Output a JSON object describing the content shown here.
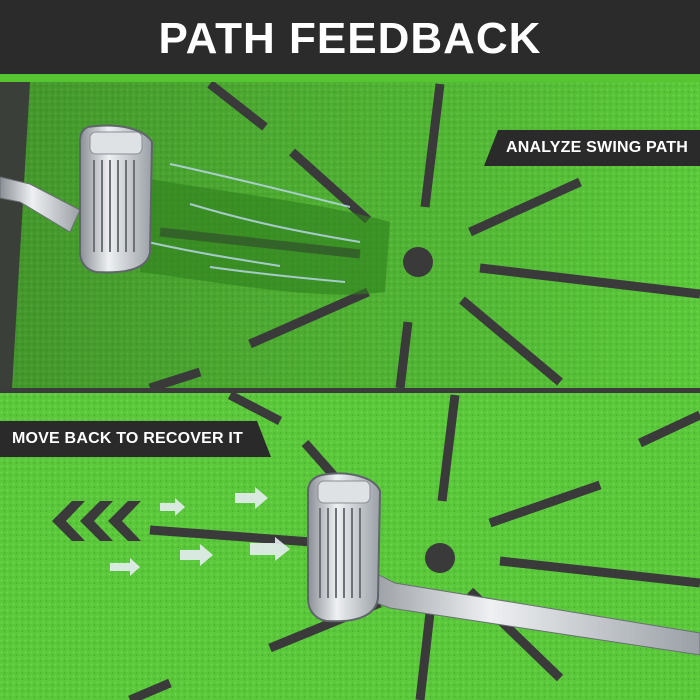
{
  "header": {
    "title": "PATH FEEDBACK"
  },
  "panels": [
    {
      "caption": "ANALYZE SWING PATH"
    },
    {
      "caption": "MOVE BACK TO RECOVER IT"
    }
  ],
  "colors": {
    "turf": "#5cc93a",
    "turf_dark": "#3f9a25",
    "line": "#3a3a3a",
    "banner": "#2b2b2b",
    "accent": "#56c532"
  },
  "icons": [
    "golf-club-head",
    "swing-trail-arrows",
    "target-hole"
  ]
}
